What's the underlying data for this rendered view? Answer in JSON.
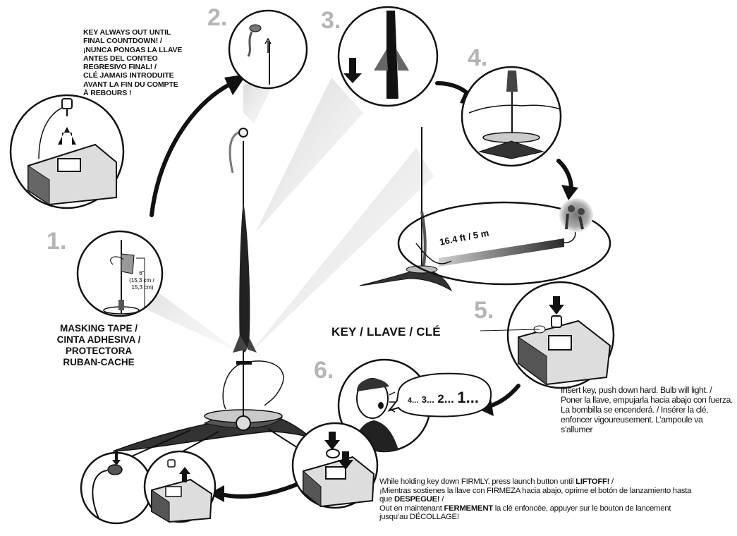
{
  "steps": {
    "s1": "1.",
    "s2": "2.",
    "s3": "3.",
    "s4": "4.",
    "s5": "5.",
    "s6": "6."
  },
  "warning_lines": [
    "KEY ALWAYS OUT UNTIL",
    "FINAL COUNTDOWN! /",
    "¡NUNCA PONGAS LA LLAVE",
    "ANTES DEL CONTEO",
    "REGRESIVO FINAL! /",
    "CLÉ JAMAIS INTRODUITE",
    "AVANT LA FIN DU COMPTE",
    "À REBOURS !"
  ],
  "tape_lines": [
    "MASKING TAPE /",
    "CINTA ADHESIVA /",
    "PROTECTORA",
    "RUBAN-CACHE"
  ],
  "measure_lines": [
    "6\"",
    "(15,3 cm /",
    "15,3 cm)"
  ],
  "distance": "16.4 ft / 5 m",
  "key_label": "KEY / LLAVE / CLÉ",
  "insert_text": "Insert key, push down hard. Bulb will light. / Poner la llave, empujarla hacia abajo con fuerza. La bombilla se encenderá. / Insérer la clé, enfoncer vigoureusement. L’ampoule va s’allumer",
  "countdown": [
    "4...",
    "3...",
    "2...",
    "1..."
  ],
  "holding": {
    "en_before": "While holding key down FIRMLY, press launch button until ",
    "en_bold": "LIFTOFF!",
    "en_after": " /",
    "es_before": "¡Mientras sostienes la llave con FIRMEZA hacia abajo, oprime el botón de lanzamiento hasta que ",
    "es_bold": "DESPEGUE!",
    "es_after": " /",
    "fr_before": "Out en maintenant ",
    "fr_bold": "FERMEMENT",
    "fr_after": " la clé enfoncée, appuyer sur le bouton de lancement jusqu’au DÉCOLLAGE!"
  }
}
